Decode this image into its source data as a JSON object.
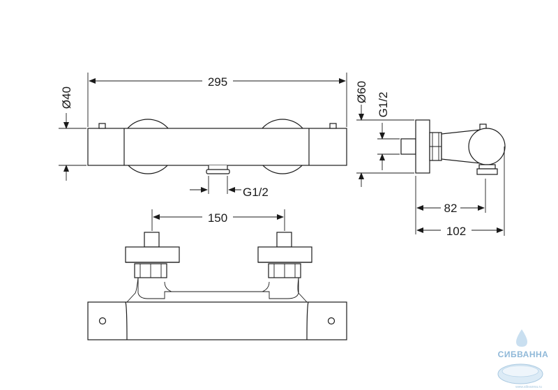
{
  "dimensions": {
    "overall_width": "295",
    "body_diameter": "Ø40",
    "outlet_thread": "G1/2",
    "side_diameter": "Ø60",
    "side_thread": "G1/2",
    "inlet_spacing": "150",
    "depth_inner": "82",
    "depth_outer": "102"
  },
  "watermark": {
    "brand": "СИБВАННА",
    "url": "www.sibvanna.ru"
  },
  "colors": {
    "line": "#1a1a1a",
    "watermark": "#8fb8d8"
  }
}
